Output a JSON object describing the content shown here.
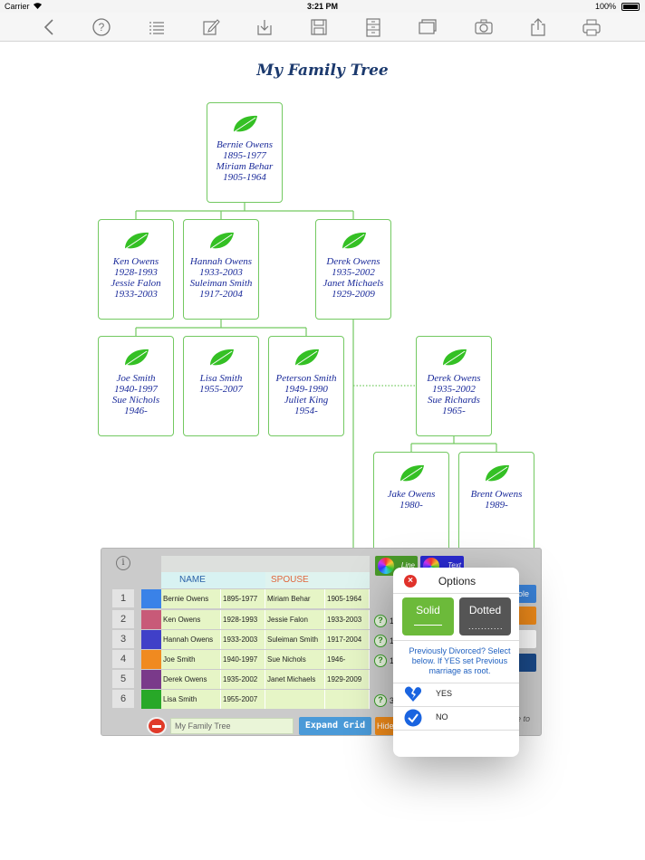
{
  "status_bar": {
    "carrier": "Carrier",
    "time": "3:21 PM",
    "battery": "100%"
  },
  "toolbar": {
    "buttons": [
      "back-icon",
      "help-icon",
      "list-icon",
      "edit-icon",
      "download-icon",
      "save-icon",
      "cabinet-icon",
      "windows-icon",
      "camera-icon",
      "share-icon",
      "print-icon"
    ],
    "help_glyph": "?"
  },
  "tree": {
    "title": "My Family Tree",
    "line_color": "#73c961",
    "text_color": "#1a2a9a",
    "nodes": [
      {
        "lines": [
          "Bernie Owens",
          "1895-1977",
          "Miriam Behar",
          "1905-1964"
        ]
      },
      {
        "lines": [
          "Ken Owens",
          "1928-1993",
          "Jessie Falon",
          "1933-2003"
        ]
      },
      {
        "lines": [
          "Hannah Owens",
          "1933-2003",
          "Suleiman Smith",
          "1917-2004"
        ]
      },
      {
        "lines": [
          "Derek Owens",
          "1935-2002",
          "Janet Michaels",
          "1929-2009"
        ]
      },
      {
        "lines": [
          "Joe Smith",
          "1940-1997",
          "Sue Nichols",
          "1946-"
        ]
      },
      {
        "lines": [
          "Lisa Smith",
          "1955-2007"
        ]
      },
      {
        "lines": [
          "Peterson Smith",
          "1949-1990",
          "Juliet King",
          "1954-"
        ]
      },
      {
        "lines": [
          "Derek Owens",
          "1935-2002",
          "Sue Richards",
          "1965-"
        ]
      },
      {
        "lines": [
          "Jake Owens",
          "1980-"
        ]
      },
      {
        "lines": [
          "Brent Owens",
          "1989-"
        ]
      }
    ]
  },
  "grid": {
    "info_glyph": "i",
    "headers": {
      "name": "NAME",
      "spouse": "SPOUSE"
    },
    "rows": [
      {
        "num": "1",
        "color": "#3a82e8",
        "name": "Bernie Owens",
        "years": "1895-1977",
        "spouse": "Miriam Behar",
        "spouse_years": "1905-1964"
      },
      {
        "num": "2",
        "color": "#c85a78",
        "name": "Ken Owens",
        "years": "1928-1993",
        "spouse": "Jessie Falon",
        "spouse_years": "1933-2003"
      },
      {
        "num": "3",
        "color": "#4040c8",
        "name": "Hannah Owens",
        "years": "1933-2003",
        "spouse": "Suleiman Smith",
        "spouse_years": "1917-2004"
      },
      {
        "num": "4",
        "color": "#f08a20",
        "name": "Joe Smith",
        "years": "1940-1997",
        "spouse": "Sue Nichols",
        "spouse_years": "1946-"
      },
      {
        "num": "5",
        "color": "#7a3a8a",
        "name": "Derek Owens",
        "years": "1935-2002",
        "spouse": "Janet Michaels",
        "spouse_years": "1929-2009"
      },
      {
        "num": "6",
        "color": "#28a828",
        "name": "Lisa Smith",
        "years": "1955-2007",
        "spouse": "",
        "spouse_years": ""
      }
    ],
    "q_glyph": "?",
    "q_digits": [
      "1",
      "1",
      "1",
      "3"
    ],
    "name_input_value": "My Family Tree",
    "expand_label": "Expand Grid",
    "hide_label": "Hide",
    "line_label": "Line",
    "text_label": "Text",
    "edge_text_top": "ole",
    "edge_text_bottom": "e to"
  },
  "options": {
    "title": "Options",
    "close_glyph": "×",
    "solid_label": "Solid",
    "dotted_label": "Dotted",
    "dotted_glyph": "...........",
    "note": "Previously Divorced? Select below. If YES set Previous marriage as root.",
    "yes_label": "YES",
    "no_label": "NO",
    "colors": {
      "solid": "#6cba3a",
      "dotted": "#555555",
      "note": "#1f60c0"
    }
  }
}
